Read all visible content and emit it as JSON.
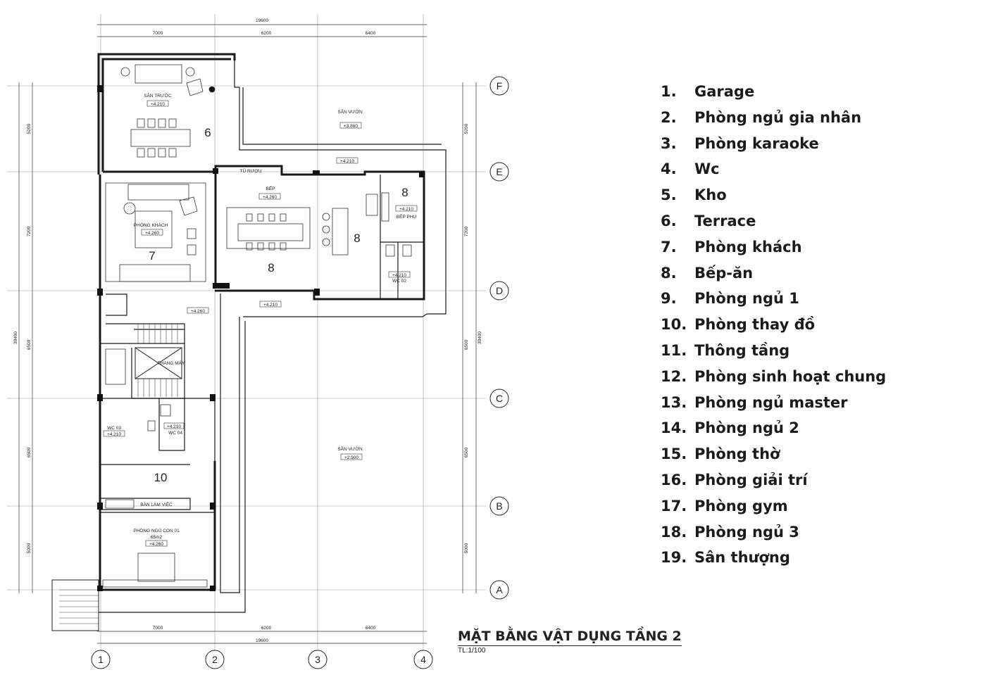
{
  "dimensions": {
    "top_total": "19600",
    "top_segments": [
      "7000",
      "6200",
      "6400"
    ],
    "bottom_total": "19600",
    "bottom_segments": [
      "7000",
      "6200",
      "6400"
    ],
    "left_segments": [
      "5200",
      "7200",
      "6500",
      "6500",
      "5000"
    ],
    "right_segments": [
      "5200",
      "7200",
      "6500",
      "6500",
      "5000"
    ],
    "left_total": "30400",
    "right_total": "30400"
  },
  "grid": {
    "rows": [
      "F",
      "E",
      "D",
      "C",
      "B",
      "A"
    ],
    "columns": [
      "1",
      "2",
      "3",
      "4"
    ]
  },
  "rooms": {
    "san_truoc": "SÂN TRƯỚC",
    "san_truoc_level": "+4.210",
    "san_vuon_top": "SÂN VƯỜN",
    "san_vuon_top_level": "+3.860",
    "level_e_strip": "+4.210",
    "tu_ruou": "TỦ RƯỢU",
    "bep": "BẾP",
    "bep_level": "+4.260",
    "bep_phu": "BẾP PHỤ",
    "bep_phu_level": "+4.210",
    "phong_khach": "PHÒNG KHÁCH",
    "phong_khach_level": "+4.260",
    "wc02": "WC 02",
    "wc02_level": "+4.210",
    "level_d_strip": "+4.210",
    "hall_level": "+4.260",
    "thang_may": "THANG MÁY",
    "wc03": "WC 03",
    "wc03_level": "+4.210",
    "wc04": "WC 04",
    "wc04_level": "+4.210",
    "san_vuon_main": "SÂN VƯỜN",
    "san_vuon_main_level": "+2.900",
    "ban_lam_viec": "BÀN LÀM VIỆC",
    "phong_ngu_con": "PHÒNG NGỦ CON 01",
    "phong_ngu_con_area": "65m2",
    "phong_ngu_con_level": "+4.260"
  },
  "room_numbers": {
    "terrace": "6",
    "living": "7",
    "kitchen_a": "8",
    "kitchen_b": "8",
    "kitchen_c": "8",
    "dressing": "10"
  },
  "legend": [
    {
      "num": "1.",
      "label": "Garage"
    },
    {
      "num": "2.",
      "label": "Phòng ngủ gia nhân"
    },
    {
      "num": "3.",
      "label": "Phòng karaoke"
    },
    {
      "num": "4.",
      "label": "Wc"
    },
    {
      "num": "5.",
      "label": "Kho"
    },
    {
      "num": "6.",
      "label": "Terrace"
    },
    {
      "num": "7.",
      "label": "Phòng khách"
    },
    {
      "num": "8.",
      "label": "Bếp-ăn"
    },
    {
      "num": "9.",
      "label": "Phòng ngủ 1"
    },
    {
      "num": "10.",
      "label": "Phòng thay đồ"
    },
    {
      "num": "11.",
      "label": "Thông tầng"
    },
    {
      "num": "12.",
      "label": "Phòng sinh hoạt chung"
    },
    {
      "num": "13.",
      "label": "Phòng ngủ master"
    },
    {
      "num": "14.",
      "label": "Phòng ngủ 2"
    },
    {
      "num": "15.",
      "label": "Phòng thờ"
    },
    {
      "num": "16.",
      "label": "Phòng giải trí"
    },
    {
      "num": "17.",
      "label": "Phòng gym"
    },
    {
      "num": "18.",
      "label": "Phòng ngủ 3"
    },
    {
      "num": "19.",
      "label": "Sân thượng"
    }
  ],
  "title": "MẶT BẰNG VẬT DỤNG TẦNG 2",
  "scale": "TL:1/100",
  "colors": {
    "line": "#1a1a1a",
    "grid": "#9a9a9a",
    "text": "#222222"
  }
}
